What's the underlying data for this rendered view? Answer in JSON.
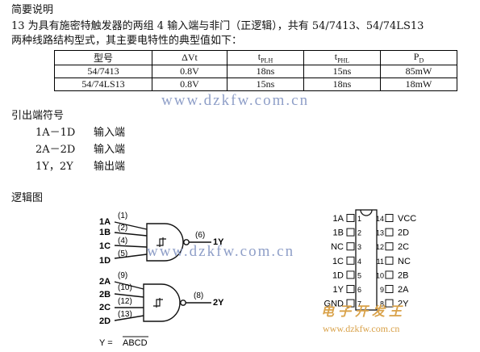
{
  "title": "简要说明",
  "intro_line1": "13 为具有施密特触发器的两组 4 输入端与非门（正逻辑），共有 54/7413、54/74LS13",
  "intro_line2": "两种线路结构型式，其主要电特性的典型值如下：",
  "table": {
    "headers": [
      "型号",
      "ΔVt",
      "t",
      "t",
      "P"
    ],
    "header_subs": [
      "",
      "",
      "PLH",
      "PHL",
      "D"
    ],
    "rows": [
      [
        "54/7413",
        "0.8V",
        "18ns",
        "15ns",
        "85mW"
      ],
      [
        "54/74LS13",
        "0.8V",
        "15ns",
        "18ns",
        "18mW"
      ]
    ]
  },
  "pins_title": "引出端符号",
  "pins": [
    {
      "sym": "1A－1D",
      "desc": "输入端"
    },
    {
      "sym": "2A－2D",
      "desc": "输入端"
    },
    {
      "sym": "1Y，2Y",
      "desc": "输出端"
    }
  ],
  "logic_title": "逻辑图",
  "watermark": "www.dzkfw.com.cn",
  "watermark2": "电子开发王",
  "gate1": {
    "inputs": [
      {
        "name": "1A",
        "pin": "(1)"
      },
      {
        "name": "1B",
        "pin": "(2)"
      },
      {
        "name": "1C",
        "pin": "(4)"
      },
      {
        "name": "1D",
        "pin": "(5)"
      }
    ],
    "out_pin": "(6)",
    "out_name": "1Y"
  },
  "gate2": {
    "inputs": [
      {
        "name": "2A",
        "pin": "(9)"
      },
      {
        "name": "2B",
        "pin": "(10)"
      },
      {
        "name": "2C",
        "pin": "(12)"
      },
      {
        "name": "2D",
        "pin": "(13)"
      }
    ],
    "out_pin": "(8)",
    "out_name": "2Y"
  },
  "equation_left": "Y = ",
  "equation_right": "ABCD",
  "dip": {
    "left": [
      {
        "num": "1",
        "name": "1A"
      },
      {
        "num": "2",
        "name": "1B"
      },
      {
        "num": "3",
        "name": "NC"
      },
      {
        "num": "4",
        "name": "1C"
      },
      {
        "num": "5",
        "name": "1D"
      },
      {
        "num": "6",
        "name": "1Y"
      },
      {
        "num": "7",
        "name": "GND"
      }
    ],
    "right": [
      {
        "num": "14",
        "name": "VCC"
      },
      {
        "num": "13",
        "name": "2D"
      },
      {
        "num": "12",
        "name": "2C"
      },
      {
        "num": "11",
        "name": "NC"
      },
      {
        "num": "10",
        "name": "2B"
      },
      {
        "num": "9",
        "name": "2A"
      },
      {
        "num": "8",
        "name": "2Y"
      }
    ]
  }
}
